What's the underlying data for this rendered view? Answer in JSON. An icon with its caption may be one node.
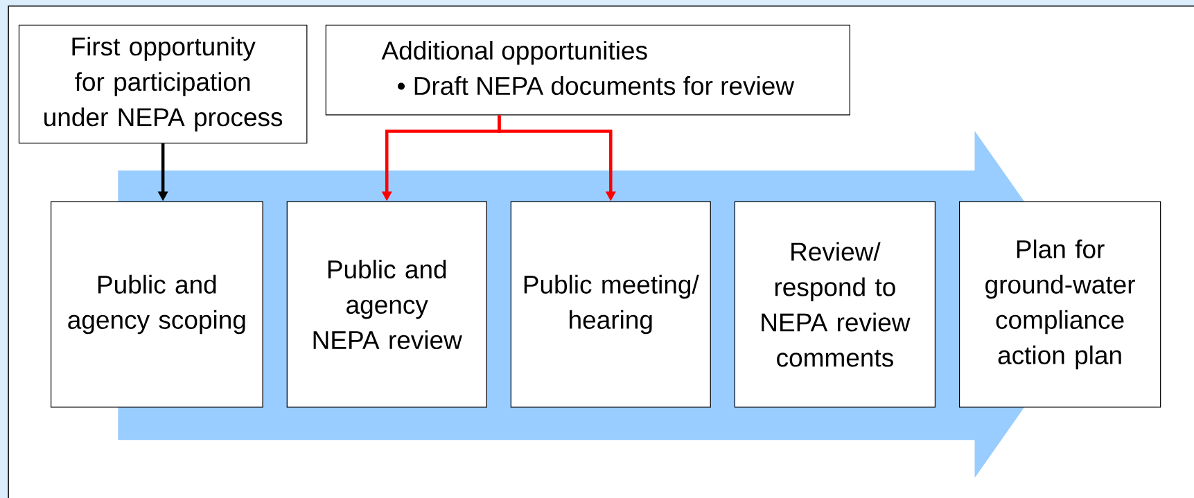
{
  "diagram": {
    "nodes": [
      {
        "text": [
          "First opportunity for participation under NEPA process"
        ]
      },
      {
        "text": [
          "Additional opportunities",
          "• Draft NEPA documents for review"
        ]
      },
      {
        "text": [
          "Public and agency scoping"
        ]
      },
      {
        "text": [
          "Public and agency NEPA review"
        ]
      },
      {
        "text": [
          "Public meeting/ hearing"
        ]
      },
      {
        "text": [
          "Review/ respond to NEPA review comments"
        ]
      },
      {
        "text": [
          "Plan for ground-water compliance action plan"
        ]
      }
    ],
    "edges": [
      {
        "from": 0,
        "to": 2,
        "arrow": "to",
        "color": "#000000"
      },
      {
        "from": 1,
        "to": 3,
        "arrow": "to",
        "color": "#ff0000"
      },
      {
        "from": 1,
        "to": 4,
        "arrow": "to",
        "color": "#ff0000"
      }
    ]
  }
}
